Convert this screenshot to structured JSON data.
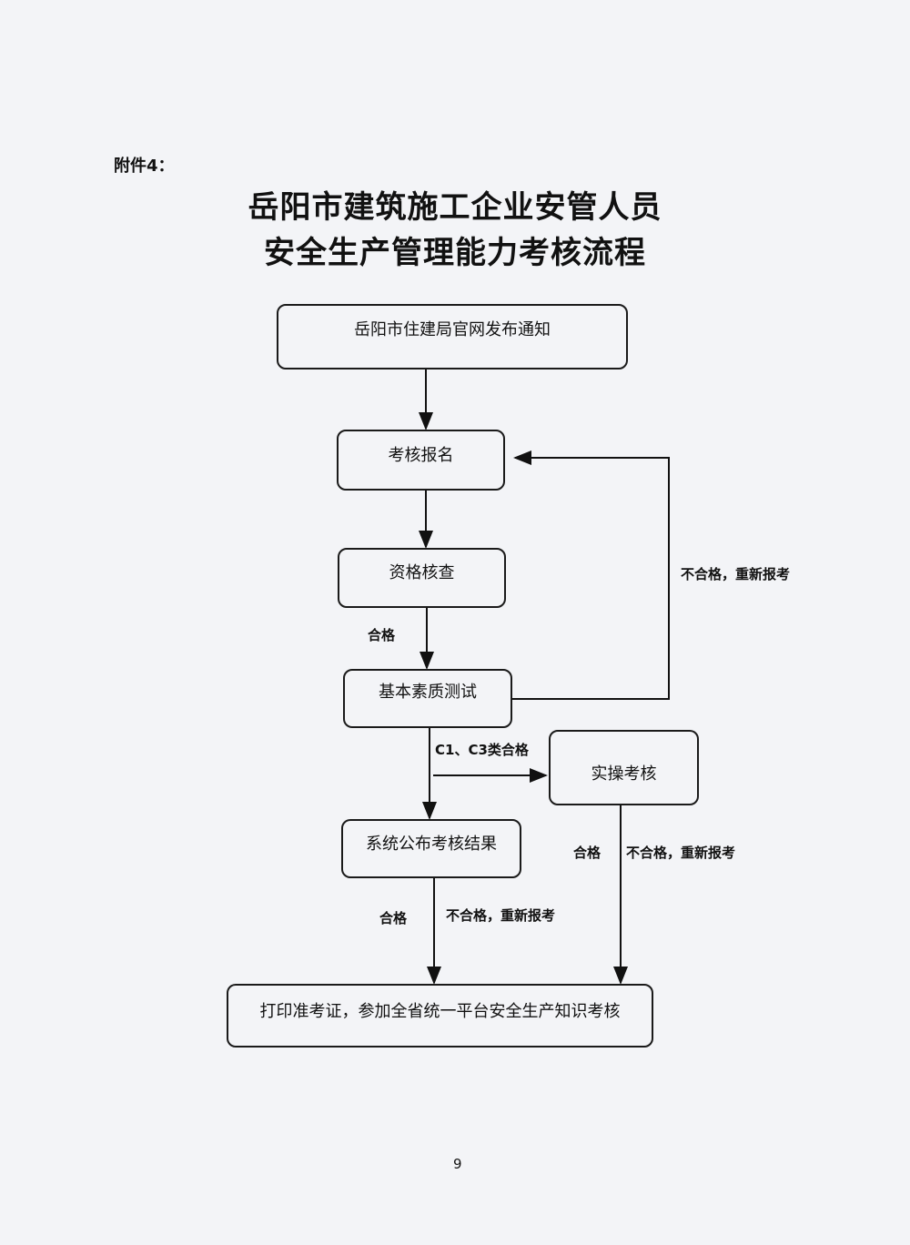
{
  "attachment_label": "附件4：",
  "title_line1": "岳阳市建筑施工企业安管人员",
  "title_line2": "安全生产管理能力考核流程",
  "nodes": {
    "notice": "岳阳市住建局官网发布通知",
    "register": "考核报名",
    "qualification": "资格核查",
    "basic_test": "基本素质测试",
    "practical": "实操考核",
    "publish": "系统公布考核结果",
    "final": "打印准考证，参加全省统一平台安全生产知识考核"
  },
  "edge_labels": {
    "qual_pass": "合格",
    "c1c3_pass": "C1、C3类合格",
    "fail_retry_top": "不合格，重新报考",
    "practical_pass": "合格",
    "practical_fail": "不合格，重新报考",
    "publish_pass": "合格",
    "publish_fail": "不合格，重新报考"
  },
  "page_number": "9"
}
